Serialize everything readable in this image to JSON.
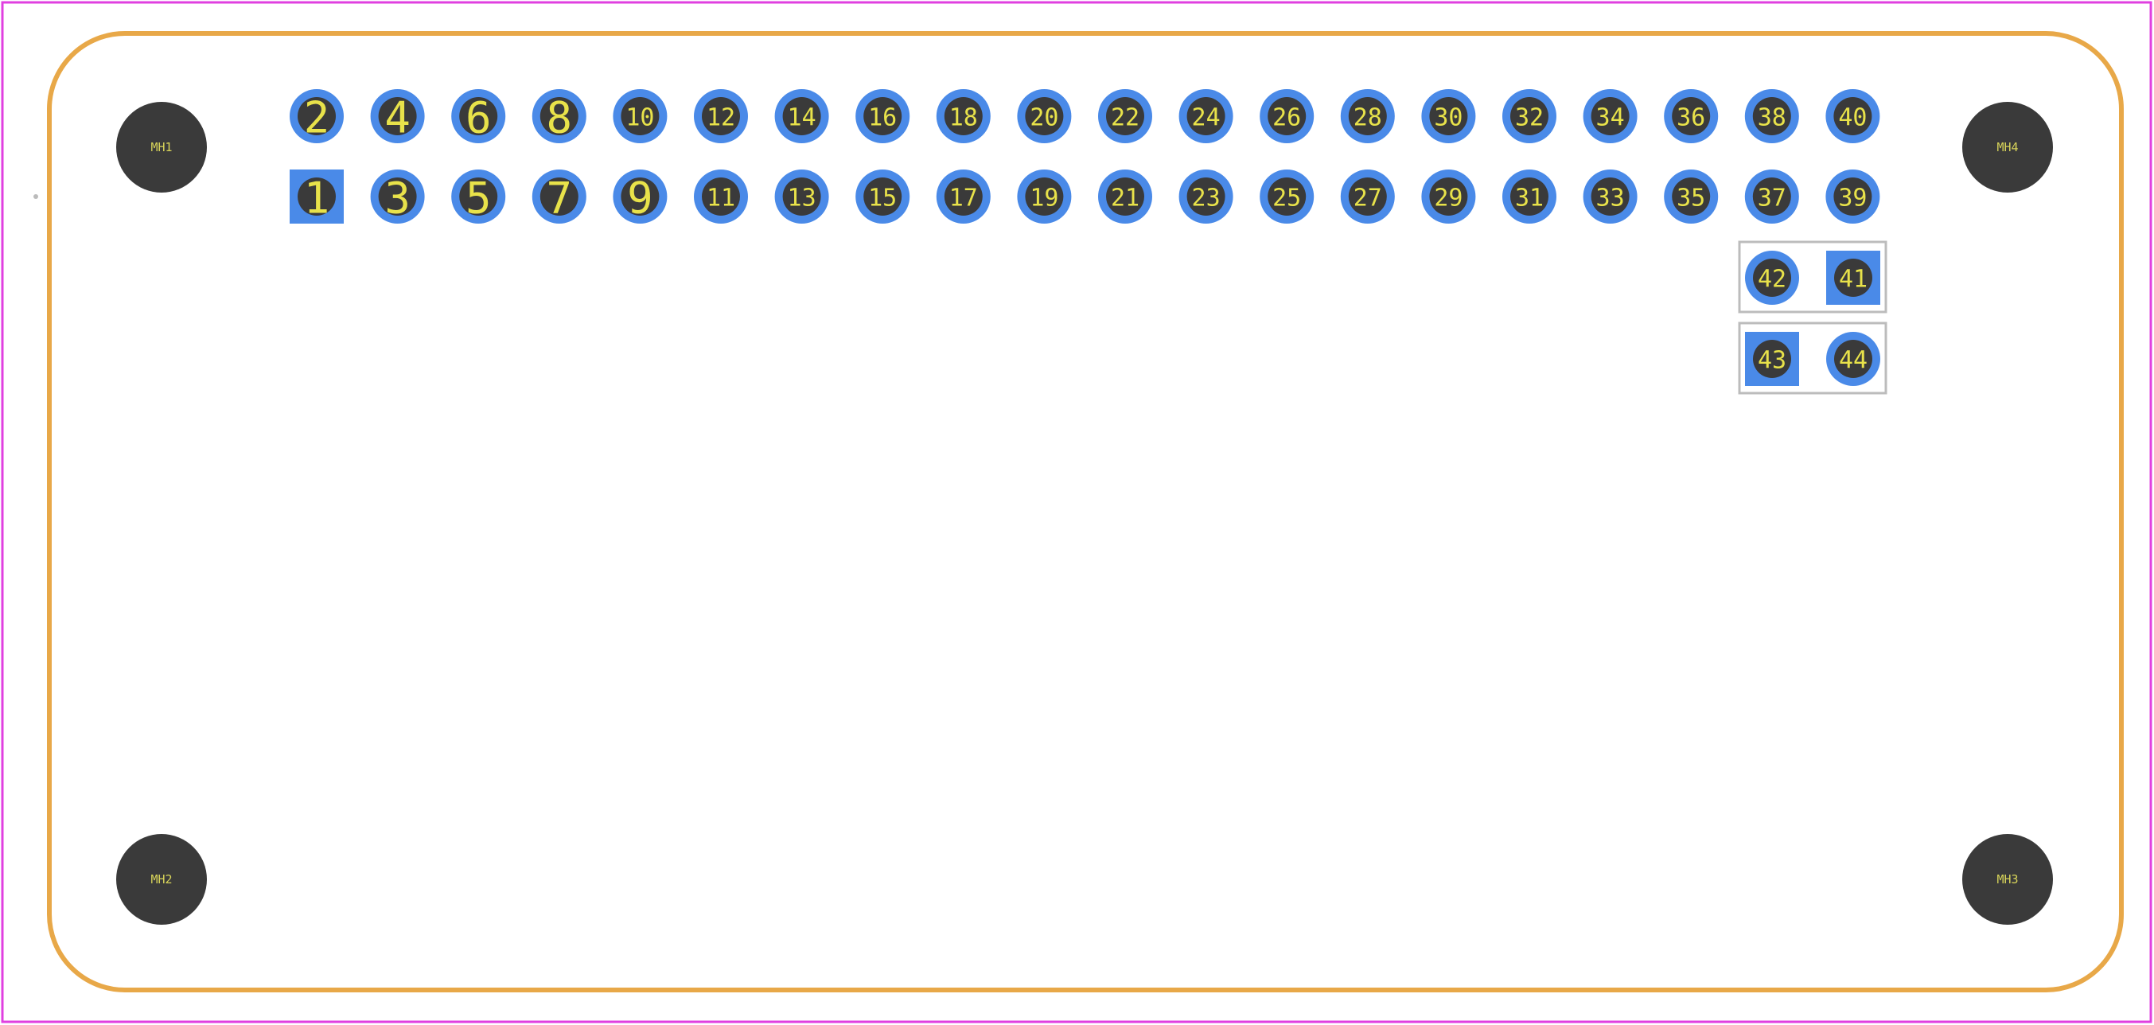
{
  "colors": {
    "courtyard": "#e040e0",
    "outline": "#e8a848",
    "pad": "#4a8ae8",
    "drill": "#3a3a3a",
    "label": "#e8e24a",
    "group_box": "#bcbcbc"
  },
  "mounting_holes": [
    {
      "label": "MH1"
    },
    {
      "label": "MH4"
    },
    {
      "label": "MH2"
    },
    {
      "label": "MH3"
    }
  ],
  "pins_top_row": [
    "2",
    "4",
    "6",
    "8",
    "10",
    "12",
    "14",
    "16",
    "18",
    "20",
    "22",
    "24",
    "26",
    "28",
    "30",
    "32",
    "34",
    "36",
    "38",
    "40"
  ],
  "pins_bottom_row": [
    "1",
    "3",
    "5",
    "7",
    "9",
    "11",
    "13",
    "15",
    "17",
    "19",
    "21",
    "23",
    "25",
    "27",
    "29",
    "31",
    "33",
    "35",
    "37",
    "39"
  ],
  "square_pads": [
    "1",
    "41",
    "43"
  ],
  "extra_pins": [
    {
      "label": "42",
      "square": false
    },
    {
      "label": "41",
      "square": true
    },
    {
      "label": "43",
      "square": true
    },
    {
      "label": "44",
      "square": false
    }
  ]
}
